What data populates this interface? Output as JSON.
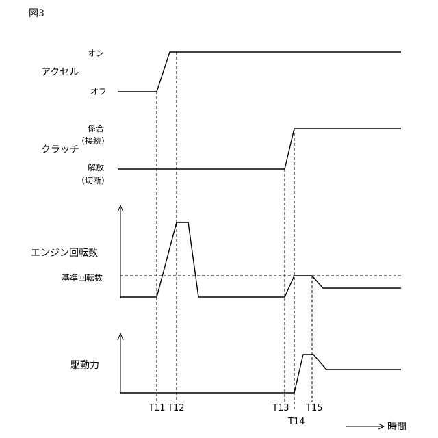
{
  "figure_label": "図3",
  "signals": {
    "accel": {
      "name": "アクセル",
      "high_label": "オン",
      "low_label": "オフ"
    },
    "clutch": {
      "name": "クラッチ",
      "high_label": "係合",
      "high_sub": "（接続）",
      "low_label": "解放",
      "low_sub": "（切断）"
    },
    "engine": {
      "name": "エンジン回転数",
      "ref_label": "基準回転数"
    },
    "drive": {
      "name": "駆動力"
    }
  },
  "time_markers": [
    "T11",
    "T12",
    "T13",
    "T14",
    "T15"
  ],
  "time_axis_label": "時間"
}
